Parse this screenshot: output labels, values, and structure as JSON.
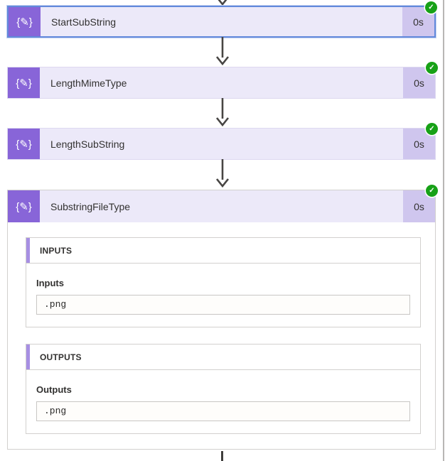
{
  "glyphs": {
    "compose_icon": "{✎}",
    "check_icon": "✓"
  },
  "colors": {
    "icon_bg": "#8865d8",
    "card_header_bg": "#ece9f9",
    "duration_bg": "#cfc6ee",
    "success_green": "#17a117",
    "selected_border_blue": "#6289db",
    "section_accent_purple": "#a78fe3",
    "connector_gray": "#474543"
  },
  "actions": [
    {
      "title": "StartSubString",
      "duration": "0s",
      "status": "succeeded",
      "selected": true,
      "expanded": false
    },
    {
      "title": "LengthMimeType",
      "duration": "0s",
      "status": "succeeded",
      "selected": false,
      "expanded": false
    },
    {
      "title": "LengthSubString",
      "duration": "0s",
      "status": "succeeded",
      "selected": false,
      "expanded": false
    },
    {
      "title": "SubstringFileType",
      "duration": "0s",
      "status": "succeeded",
      "selected": false,
      "expanded": true,
      "inputs_section": {
        "header": "INPUTS",
        "label": "Inputs",
        "value": ".png"
      },
      "outputs_section": {
        "header": "OUTPUTS",
        "label": "Outputs",
        "value": ".png"
      }
    }
  ]
}
